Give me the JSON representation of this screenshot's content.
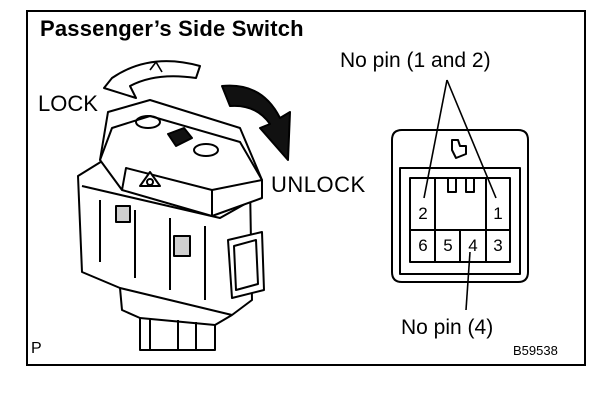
{
  "title": "Passenger’s Side Switch",
  "labels": {
    "lock": "LOCK",
    "unlock": "UNLOCK",
    "no_pin_1_2": "No pin (1 and 2)",
    "no_pin_4": "No pin (4)",
    "corner_mark": "P",
    "figure_code": "B59538"
  },
  "connector": {
    "top_row": [
      "2",
      "1"
    ],
    "bottom_row": [
      "6",
      "5",
      "4",
      "3"
    ]
  },
  "colors": {
    "line": "#000000",
    "background": "#ffffff",
    "fill_dark": "#111111",
    "shade": "#cfcfcf"
  }
}
